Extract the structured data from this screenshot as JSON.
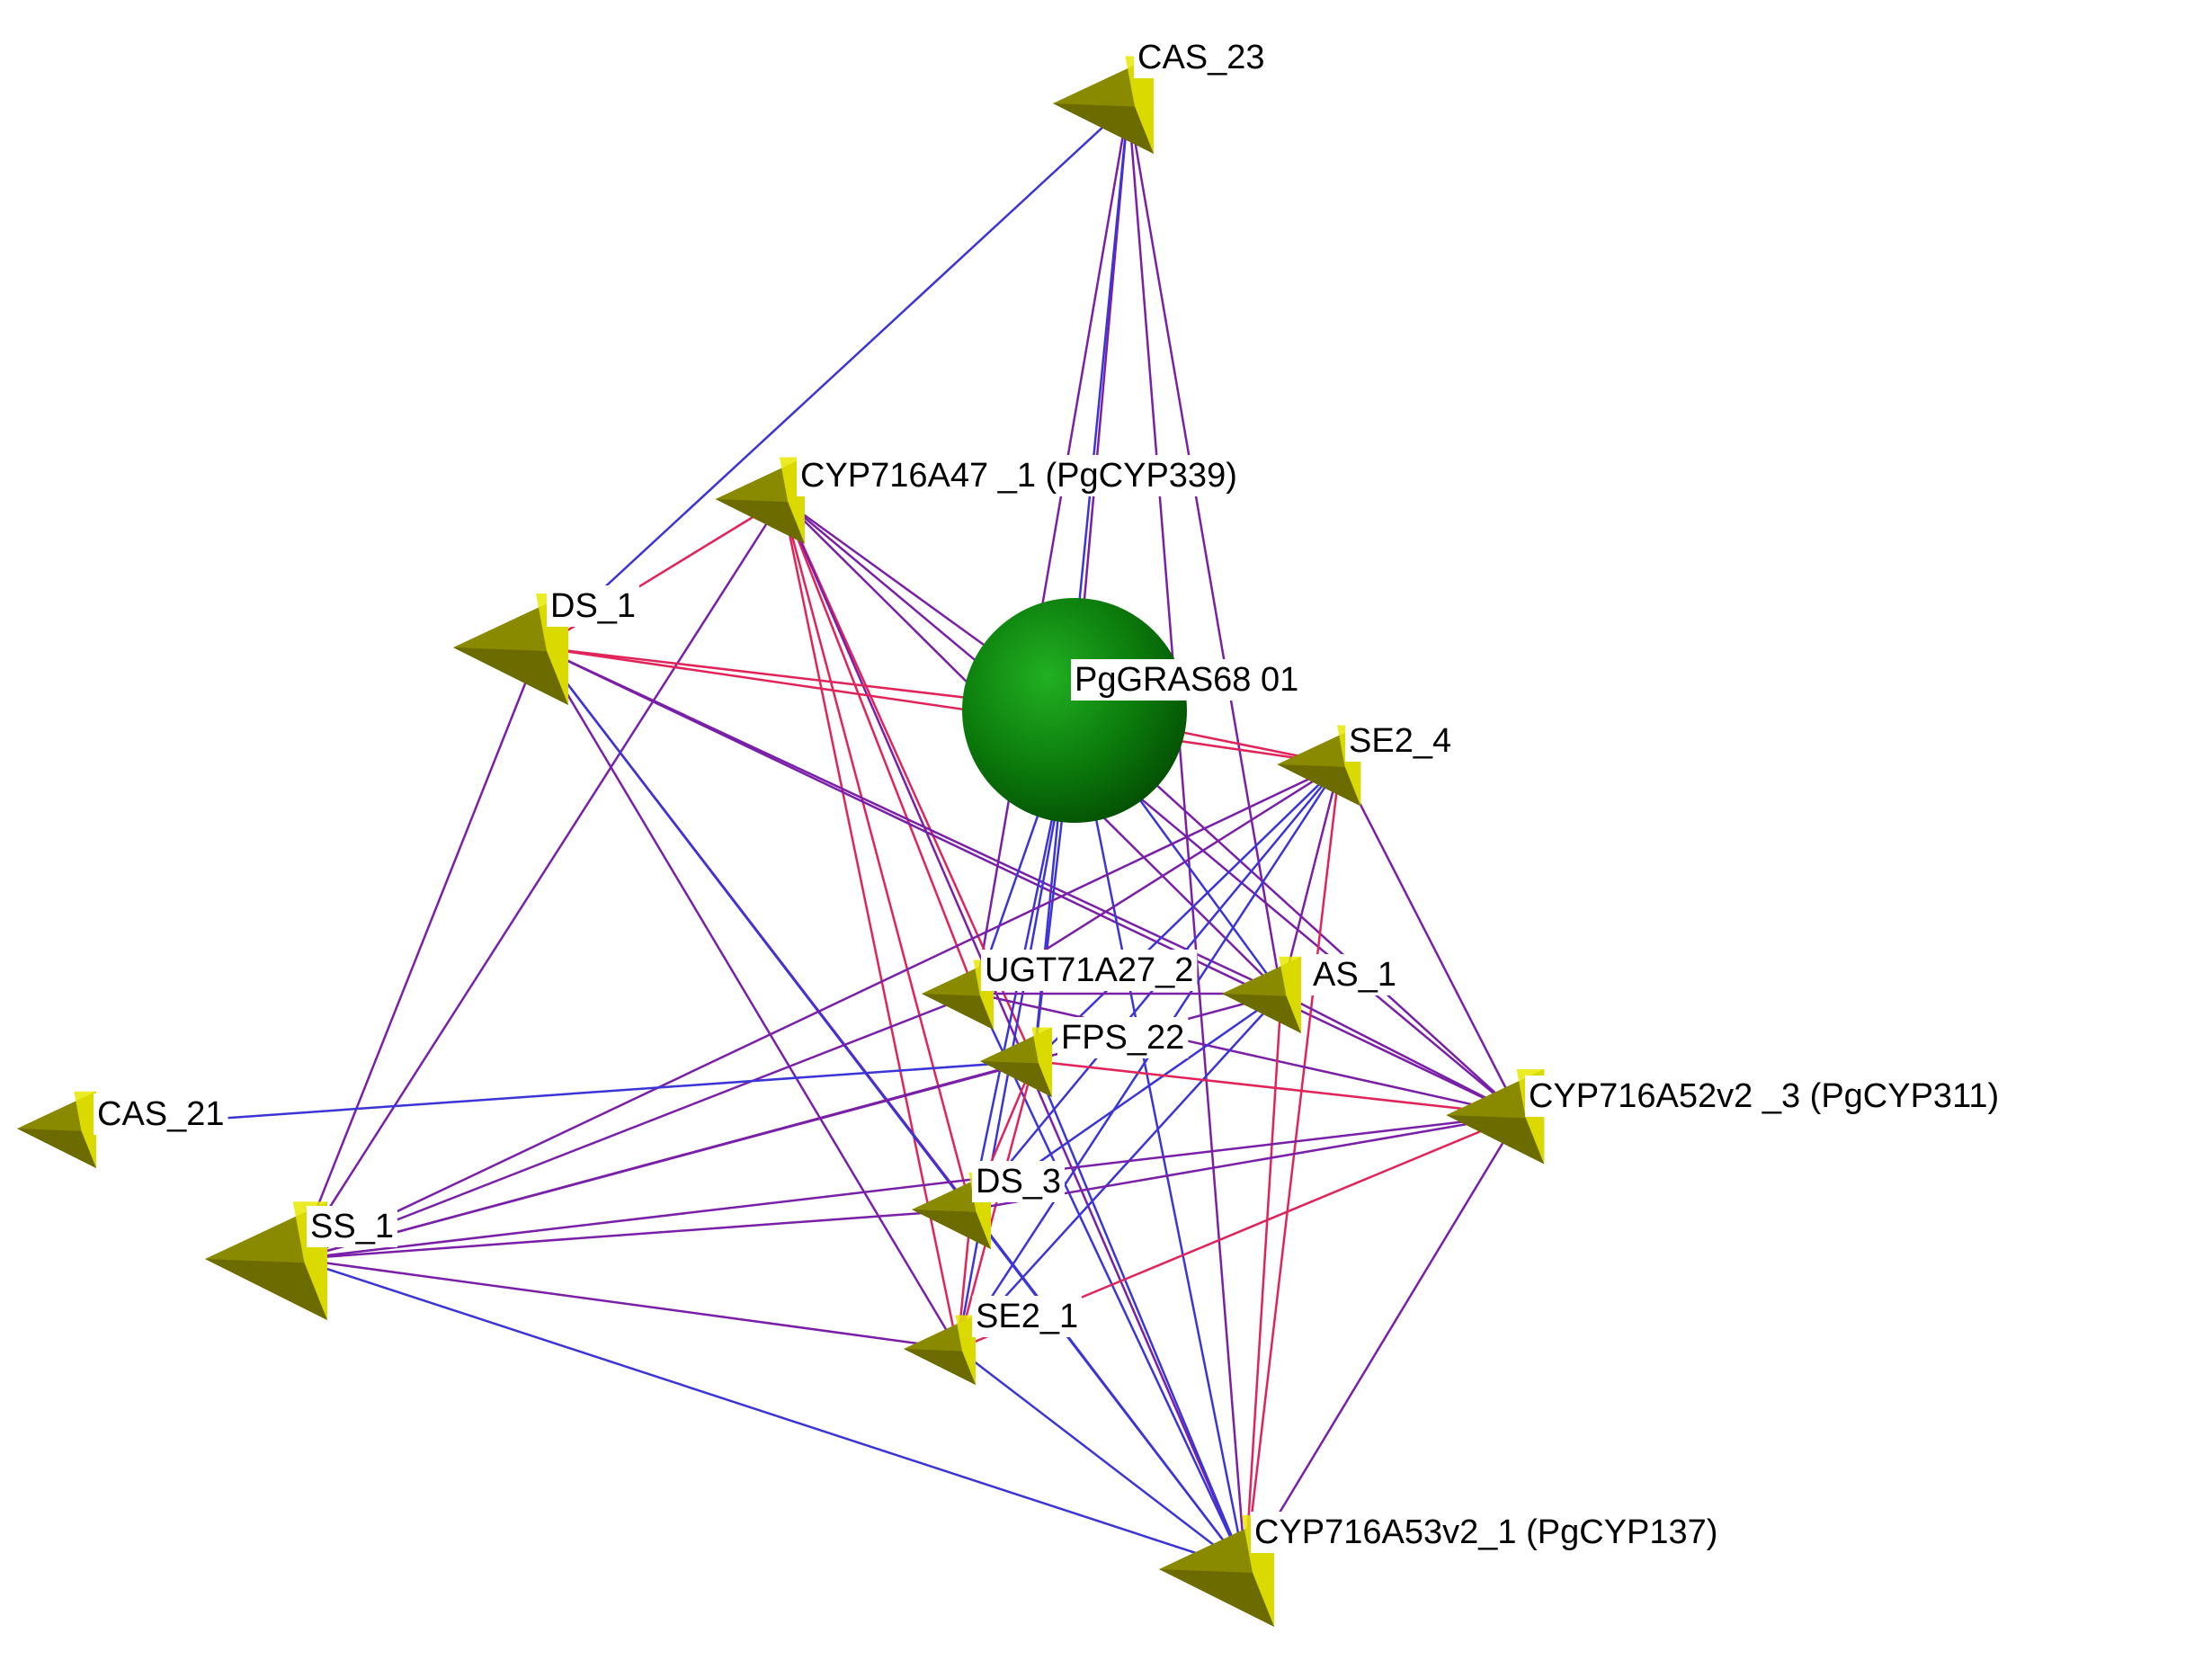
{
  "nodes": [
    {
      "id": "CAS_23",
      "label": "CAS_23",
      "shape": "tetrahedron"
    },
    {
      "id": "CYP716A47",
      "label": "CYP716A47 _1  (PgCYP339)",
      "shape": "tetrahedron"
    },
    {
      "id": "DS_1",
      "label": "DS_1",
      "shape": "tetrahedron"
    },
    {
      "id": "PgGRAS68",
      "label": "PgGRAS68 01",
      "shape": "sphere"
    },
    {
      "id": "SE2_4",
      "label": "SE2_4",
      "shape": "tetrahedron"
    },
    {
      "id": "UGT71A27_2",
      "label": "UGT71A27_2",
      "shape": "tetrahedron"
    },
    {
      "id": "AS_1",
      "label": "AS_1",
      "shape": "tetrahedron"
    },
    {
      "id": "FPS_22",
      "label": "FPS_22",
      "shape": "tetrahedron"
    },
    {
      "id": "CAS_21",
      "label": "CAS_21",
      "shape": "tetrahedron"
    },
    {
      "id": "CYP716A52v2",
      "label": "CYP716A52v2 _3 (PgCYP311)",
      "shape": "tetrahedron"
    },
    {
      "id": "SS_1",
      "label": "SS_1",
      "shape": "tetrahedron"
    },
    {
      "id": "DS_3",
      "label": "DS_3",
      "shape": "tetrahedron"
    },
    {
      "id": "SE2_1",
      "label": "SE2_1",
      "shape": "tetrahedron"
    },
    {
      "id": "CYP716A53v2",
      "label": "CYP716A53v2_1 (PgCYP137)",
      "shape": "tetrahedron"
    }
  ],
  "edge_colors": {
    "blue": "#3b35d8",
    "purple": "#7a1fa8",
    "red": "#e0245a"
  },
  "node_colors": {
    "tetrahedron": "#8a8a00",
    "tetrahedron_light": "#e8e800",
    "sphere": "#0b7a0b"
  },
  "edges": [
    [
      "CAS_23",
      "DS_1",
      "blue"
    ],
    [
      "CAS_23",
      "PgGRAS68",
      "purple"
    ],
    [
      "CAS_23",
      "UGT71A27_2",
      "purple"
    ],
    [
      "CAS_23",
      "AS_1",
      "purple"
    ],
    [
      "CAS_23",
      "FPS_22",
      "blue"
    ],
    [
      "CAS_23",
      "CYP716A53v2",
      "purple"
    ],
    [
      "CYP716A47",
      "DS_1",
      "red"
    ],
    [
      "CYP716A47",
      "SS_1",
      "purple"
    ],
    [
      "CYP716A47",
      "PgGRAS68",
      "purple"
    ],
    [
      "CYP716A47",
      "UGT71A27_2",
      "red"
    ],
    [
      "CYP716A47",
      "FPS_22",
      "red"
    ],
    [
      "CYP716A47",
      "DS_3",
      "red"
    ],
    [
      "CYP716A47",
      "SE2_1",
      "red"
    ],
    [
      "CYP716A47",
      "CYP716A52v2",
      "purple"
    ],
    [
      "CYP716A47",
      "CYP716A53v2",
      "purple"
    ],
    [
      "CYP716A47",
      "AS_1",
      "purple"
    ],
    [
      "DS_1",
      "SS_1",
      "purple"
    ],
    [
      "DS_1",
      "PgGRAS68",
      "red"
    ],
    [
      "DS_1",
      "SE2_4",
      "red"
    ],
    [
      "DS_1",
      "SE2_1",
      "purple"
    ],
    [
      "DS_1",
      "DS_3",
      "purple"
    ],
    [
      "DS_1",
      "CYP716A52v2",
      "purple"
    ],
    [
      "DS_1",
      "CYP716A53v2",
      "blue"
    ],
    [
      "DS_1",
      "AS_1",
      "purple"
    ],
    [
      "PgGRAS68",
      "SE2_4",
      "red"
    ],
    [
      "PgGRAS68",
      "UGT71A27_2",
      "blue"
    ],
    [
      "PgGRAS68",
      "FPS_22",
      "blue"
    ],
    [
      "PgGRAS68",
      "DS_3",
      "blue"
    ],
    [
      "PgGRAS68",
      "SE2_1",
      "blue"
    ],
    [
      "PgGRAS68",
      "AS_1",
      "blue"
    ],
    [
      "PgGRAS68",
      "CYP716A53v2",
      "blue"
    ],
    [
      "PgGRAS68",
      "CYP716A52v2",
      "purple"
    ],
    [
      "SE2_4",
      "SS_1",
      "purple"
    ],
    [
      "SE2_4",
      "UGT71A27_2",
      "purple"
    ],
    [
      "SE2_4",
      "FPS_22",
      "blue"
    ],
    [
      "SE2_4",
      "DS_3",
      "blue"
    ],
    [
      "SE2_4",
      "SE2_1",
      "blue"
    ],
    [
      "SE2_4",
      "CYP716A52v2",
      "purple"
    ],
    [
      "SE2_4",
      "CYP716A53v2",
      "red"
    ],
    [
      "SE2_4",
      "AS_1",
      "purple"
    ],
    [
      "UGT71A27_2",
      "SS_1",
      "purple"
    ],
    [
      "UGT71A27_2",
      "AS_1",
      "purple"
    ],
    [
      "UGT71A27_2",
      "CYP716A52v2",
      "purple"
    ],
    [
      "UGT71A27_2",
      "CYP716A53v2",
      "blue"
    ],
    [
      "AS_1",
      "SS_1",
      "purple"
    ],
    [
      "AS_1",
      "CYP716A52v2",
      "purple"
    ],
    [
      "AS_1",
      "CYP716A53v2",
      "red"
    ],
    [
      "AS_1",
      "DS_3",
      "blue"
    ],
    [
      "AS_1",
      "SE2_1",
      "blue"
    ],
    [
      "FPS_22",
      "CAS_21",
      "blue"
    ],
    [
      "FPS_22",
      "SS_1",
      "purple"
    ],
    [
      "FPS_22",
      "CYP716A52v2",
      "red"
    ],
    [
      "FPS_22",
      "CYP716A53v2",
      "blue"
    ],
    [
      "FPS_22",
      "SE2_1",
      "red"
    ],
    [
      "FPS_22",
      "DS_3",
      "red"
    ],
    [
      "CYP716A52v2",
      "SS_1",
      "purple"
    ],
    [
      "CYP716A52v2",
      "DS_3",
      "purple"
    ],
    [
      "CYP716A52v2",
      "SE2_1",
      "red"
    ],
    [
      "CYP716A52v2",
      "CYP716A53v2",
      "purple"
    ],
    [
      "SS_1",
      "DS_3",
      "purple"
    ],
    [
      "SS_1",
      "SE2_1",
      "purple"
    ],
    [
      "SS_1",
      "CYP716A53v2",
      "blue"
    ],
    [
      "DS_3",
      "SE2_1",
      "red"
    ],
    [
      "DS_3",
      "CYP716A53v2",
      "blue"
    ],
    [
      "SE2_1",
      "CYP716A53v2",
      "blue"
    ]
  ]
}
